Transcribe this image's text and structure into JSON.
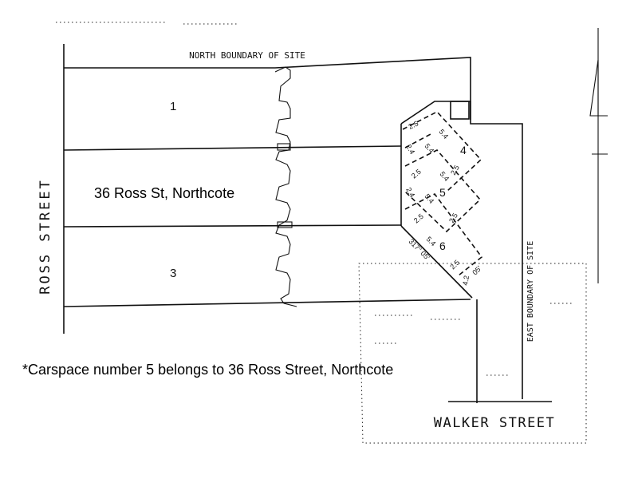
{
  "streets": {
    "north_boundary": "NORTH BOUNDARY OF SITE",
    "ross_street": "ROSS STREET",
    "east_boundary": "EAST BOUNDARY OF SITE",
    "walker_street": "WALKER STREET"
  },
  "lots": {
    "lot_1": "1",
    "lot_3": "3",
    "overlay_label": "36 Ross St, Northcote"
  },
  "carspaces": {
    "space_4": "4",
    "space_5": "5",
    "space_6": "6"
  },
  "dimensions": {
    "d_2_5": "2.5",
    "d_5_4": "5.4",
    "d_2_4": "2.4",
    "bearing": "317° 05'",
    "bearing_short": "05'",
    "d_4_2": "4.2"
  },
  "note": "*Carspace number 5 belongs to 36 Ross Street, Northcote"
}
